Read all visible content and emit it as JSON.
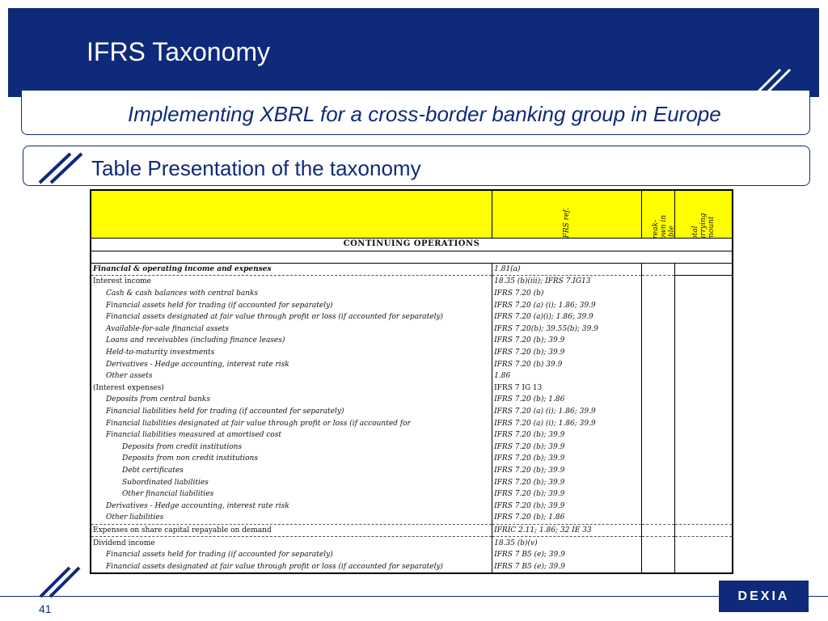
{
  "header": {
    "title": "IFRS Taxonomy"
  },
  "subtitle": "Implementing XBRL for a cross-border banking group in Europe",
  "section_title": "Table Presentation of the taxonomy",
  "table": {
    "col_headers": {
      "ref": "IAS/IFRS ref.",
      "breakdown": "Break-down in table",
      "total": "Total carrying amount"
    },
    "section_label": "CONTINUING OPERATIONS",
    "rows": [
      {
        "label": "Financial & operating income and expenses",
        "ref": "1.81(a)"
      },
      {
        "label": "Interest income",
        "ref": " 18.35 (b)(iii); IFRS 7.IG13"
      },
      {
        "label": "Cash & cash balances with central banks",
        "ref": "IFRS 7.20 (b)"
      },
      {
        "label": "Financial assets held for trading (if accounted for separately)",
        "ref": "IFRS 7.20 (a) (i);  1.86;  39.9"
      },
      {
        "label": "Financial assets designated at fair value through profit or loss (if accounted for separately)",
        "ref": "IFRS 7.20 (a)(i);  1.86;  39.9"
      },
      {
        "label": "Available-for-sale financial assets",
        "ref": "IFRS 7.20(b);  39.55(b);  39.9"
      },
      {
        "label": "Loans and receivables (including finance leases)",
        "ref": "IFRS 7.20 (b);  39.9"
      },
      {
        "label": "Held-to-maturity investments",
        "ref": "IFRS 7.20 (b);  39.9"
      },
      {
        "label": "Derivatives - Hedge accounting, interest rate risk",
        "ref": "IFRS 7.20 (b)  39.9"
      },
      {
        "label": "Other assets",
        "ref": " 1.86"
      },
      {
        "label": "(Interest expenses)",
        "ref": "IFRS 7 IG 13"
      },
      {
        "label": "Deposits from central banks",
        "ref": "IFRS 7.20 (b);  1.86"
      },
      {
        "label": "Financial liabilities held for trading (if accounted for separately)",
        "ref": "IFRS 7.20 (a) (i);  1.86;  39.9"
      },
      {
        "label": "Financial liabilities designated at fair value through profit or loss (if accounted for",
        "ref": "IFRS 7.20 (a) (i);  1.86;  39.9"
      },
      {
        "label": "Financial liabilities measured at amortised cost",
        "ref": "IFRS 7.20 (b);  39.9"
      },
      {
        "label": "Deposits from credit institutions",
        "ref": "IFRS 7.20 (b);  39.9"
      },
      {
        "label": "Deposits from non credit institutions",
        "ref": "IFRS 7.20 (b);  39.9"
      },
      {
        "label": "Debt certificates",
        "ref": "IFRS 7.20 (b);  39.9"
      },
      {
        "label": "Subordinated liabilities",
        "ref": "IFRS 7.20 (b);  39.9"
      },
      {
        "label": "Other financial liabilities",
        "ref": "IFRS 7.20 (b);  39.9"
      },
      {
        "label": "Derivatives - Hedge accounting, interest rate risk",
        "ref": "IFRS 7.20 (b);  39.9"
      },
      {
        "label": "Other liabilities",
        "ref": "IFRS 7.20 (b);  1.86"
      },
      {
        "label": "Expenses on share capital repayable on demand",
        "ref": "IFRIC 2.11;  1.86;  32 IE 33"
      },
      {
        "label": "Dividend income",
        "ref": " 18.35 (b)(v)"
      },
      {
        "label": "Financial assets held for trading (if accounted for separately)",
        "ref": "IFRS 7 B5 (e);  39.9"
      },
      {
        "label": "Financial assets designated at fair value through profit or loss (if accounted for separately)",
        "ref": "IFRS 7 B5 (e);  39.9"
      }
    ]
  },
  "footer": {
    "page_number": "41",
    "logo_text": "DEXIA"
  }
}
